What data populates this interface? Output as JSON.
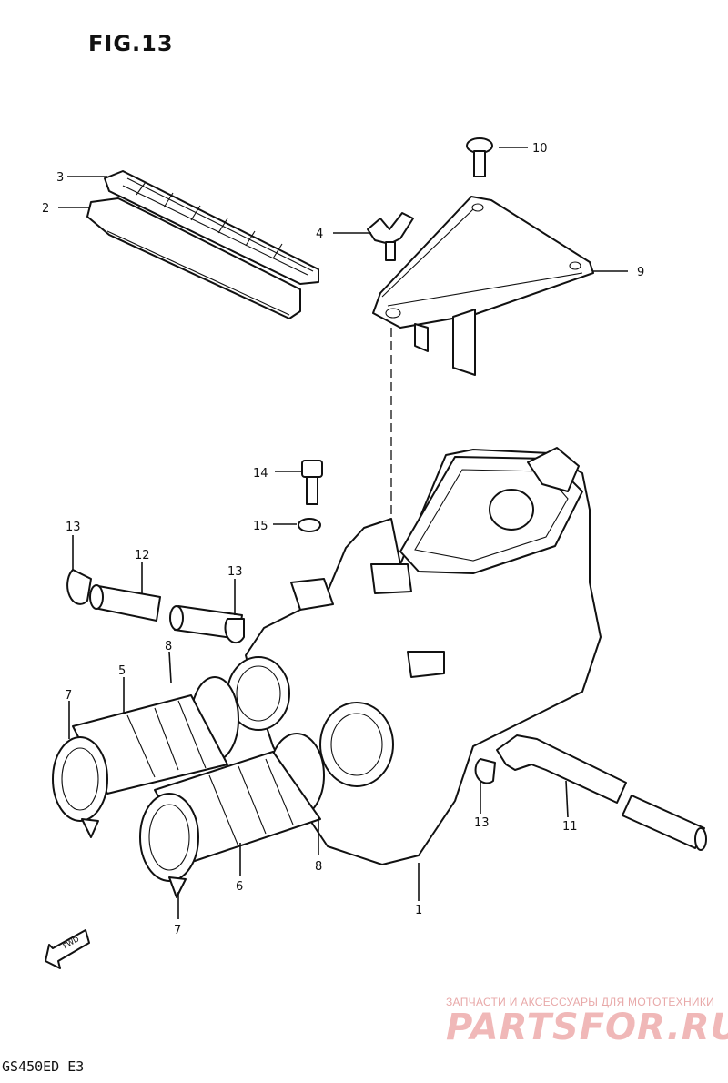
{
  "figure": {
    "title": "FIG.13",
    "model_code": "GS450ED  E3",
    "direction_label": "FWD"
  },
  "callouts": [
    {
      "id": "c10",
      "text": "10"
    },
    {
      "id": "c3",
      "text": "3"
    },
    {
      "id": "c2",
      "text": "2"
    },
    {
      "id": "c4",
      "text": "4"
    },
    {
      "id": "c9",
      "text": "9"
    },
    {
      "id": "c14",
      "text": "14"
    },
    {
      "id": "c15",
      "text": "15"
    },
    {
      "id": "c13a",
      "text": "13"
    },
    {
      "id": "c12",
      "text": "12"
    },
    {
      "id": "c13b",
      "text": "13"
    },
    {
      "id": "c8a",
      "text": "8"
    },
    {
      "id": "c5",
      "text": "5"
    },
    {
      "id": "c7a",
      "text": "7"
    },
    {
      "id": "c13c",
      "text": "13"
    },
    {
      "id": "c11",
      "text": "11"
    },
    {
      "id": "c8b",
      "text": "8"
    },
    {
      "id": "c6",
      "text": "6"
    },
    {
      "id": "c1",
      "text": "1"
    },
    {
      "id": "c7b",
      "text": "7"
    }
  ],
  "watermark": {
    "tagline": "ЗАПЧАСТИ И АКСЕССУАРЫ ДЛЯ МОТОТЕХНИКИ",
    "logo": "PARTSFOR.RU"
  }
}
